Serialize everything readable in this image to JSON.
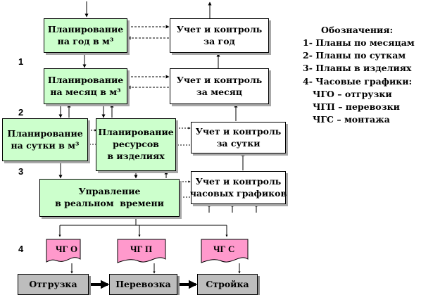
{
  "numbers": [
    "1",
    "2",
    "3",
    "4"
  ],
  "boxes": {
    "plan_year": "Планирование\nна год в м³",
    "control_year": "Учет и контроль\nза год",
    "plan_month": "Планирование\nна месяц в м³",
    "control_month": "Учет и контроль\nза месяц",
    "plan_day": "Планирование\nна сутки в м³",
    "plan_resources": "Планирование\nресурсов\nв изделиях",
    "control_day": "Учет и контроль\nза сутки",
    "realtime": "Управление\nв реальном  времени",
    "control_hourly": "Учет и контроль\nчасовых графиков"
  },
  "documents": {
    "cho": "ЧГ О",
    "chp": "ЧГ П",
    "chs": "ЧГ С"
  },
  "operations": {
    "shipping": "Отгрузка",
    "transport": "Перевозка",
    "assembly": "Стройка"
  },
  "legend": {
    "title": "Обозначения:",
    "items": [
      "1- Планы по месяцам",
      "2- Планы по суткам",
      "3- Планы в изделиях",
      "4- Часовые графики:"
    ],
    "subitems": [
      "ЧГО – отгрузки",
      "ЧГП – перевозки",
      "ЧГС – монтажа"
    ]
  },
  "colors": {
    "plan_fill": "#ccffcc",
    "doc_fill": "#ff99cc",
    "op_fill": "#bdbdbd",
    "shadow": "#a8a8a8"
  }
}
